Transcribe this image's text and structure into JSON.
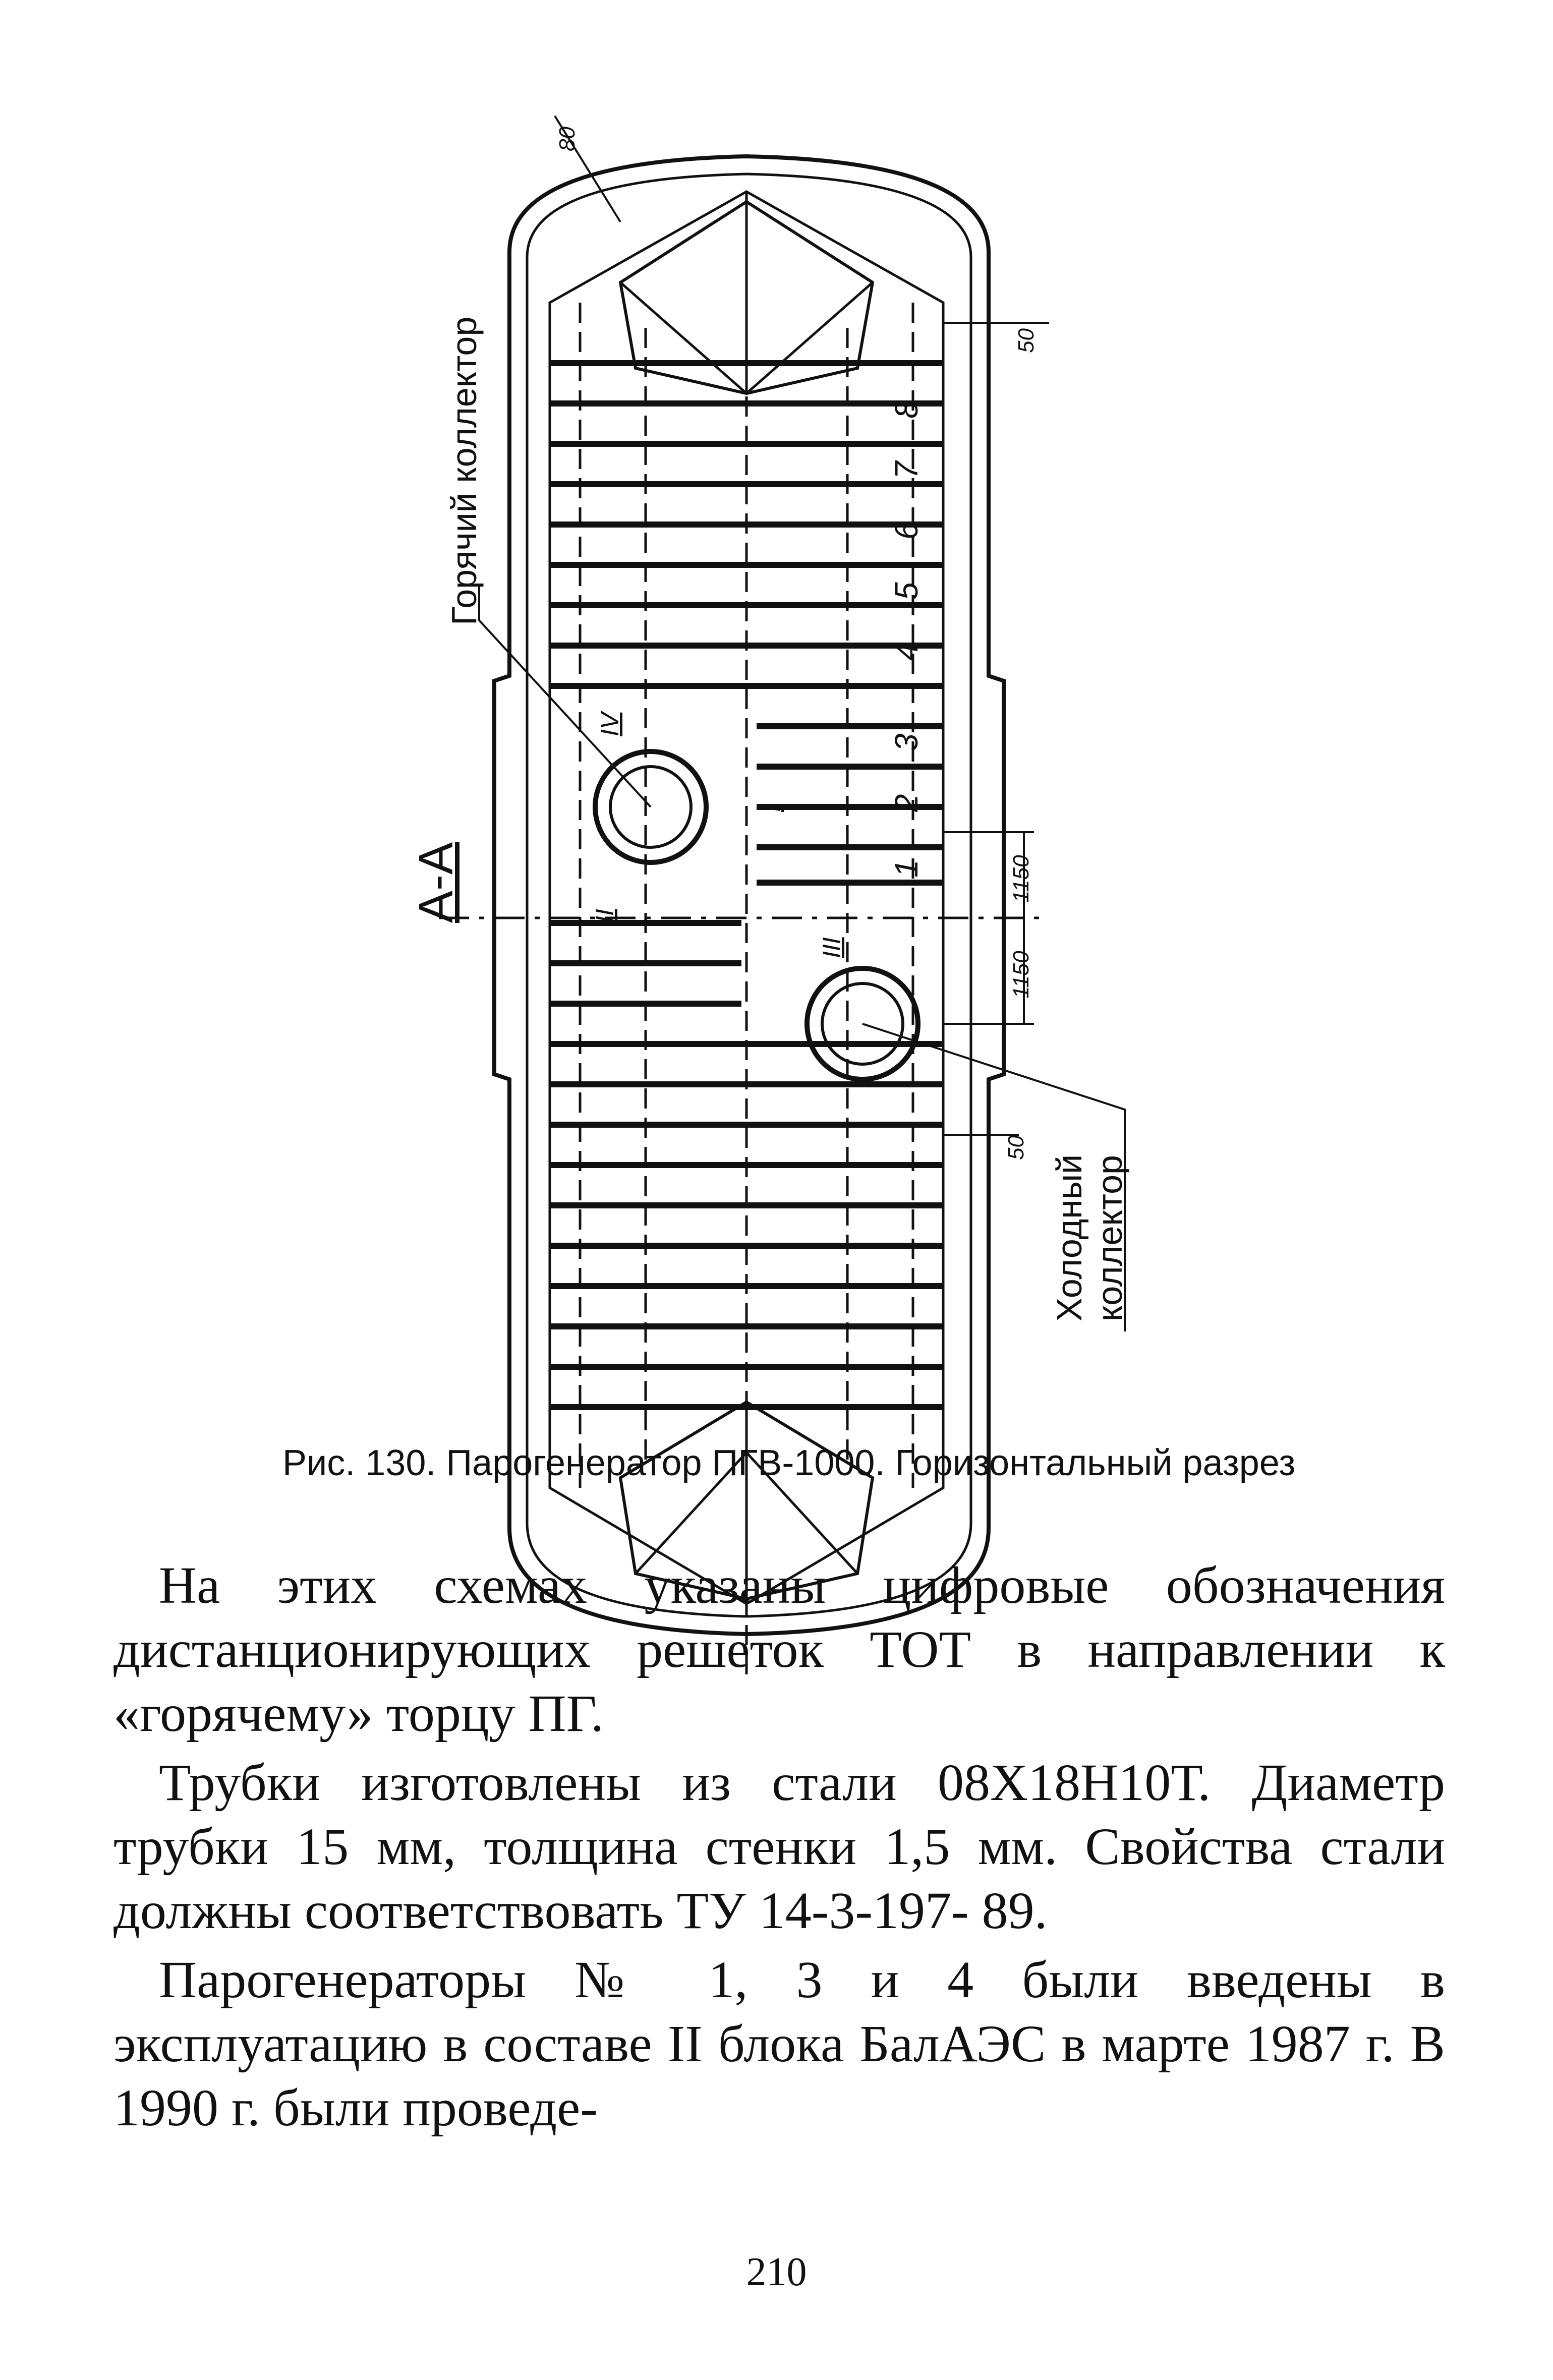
{
  "figure": {
    "section_label": "А-А",
    "hot_collector_label": "Горячий коллектор",
    "cold_collector_label_1": "Холодный",
    "cold_collector_label_2": "коллектор",
    "grid_numbers": [
      "1",
      "2",
      "3",
      "4",
      "5",
      "6",
      "7",
      "8"
    ],
    "roman_labels": [
      "IV",
      "I",
      "II",
      "III"
    ],
    "dimension_labels": [
      "80",
      "50",
      "1150",
      "1150",
      "50"
    ]
  },
  "caption": "Рис. 130. Парогенератор ПГВ-1000. Горизонтальный разрез",
  "paragraphs": [
    "На этих схемах указаны цифровые обозначения дистанционирующих решеток ТОТ в направлении к «горячему» торцу ПГ.",
    "Трубки изготовлены из стали 08Х18Н10Т. Диаметр трубки 15 мм, толщина стенки 1,5 мм. Свойства стали должны соответствовать ТУ 14-3-197- 89.",
    "Парогенераторы № 1, 3 и 4 были введены в эксплуатацию в составе II блока БалАЭС в марте 1987 г. В 1990 г. были проведе-"
  ],
  "page_number": "210"
}
